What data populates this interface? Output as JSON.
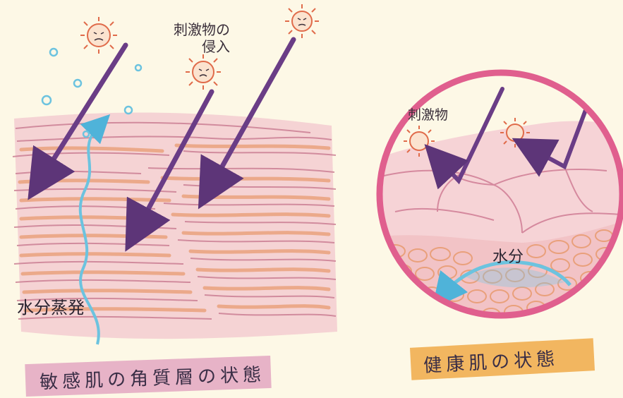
{
  "left_panel": {
    "irritant_label_line1": "刺激物の",
    "irritant_label_line2": "侵入",
    "evaporation_label": "水分蒸発",
    "caption": "敏感肌の角質層の状態"
  },
  "right_panel": {
    "irritant_label": "刺激物",
    "water_label": "水分",
    "caption": "健康肌の状態"
  },
  "colors": {
    "background": "#fdf8e6",
    "skin_pink": "#efc0c8",
    "skin_line": "#c97a90",
    "layer_orange": "#eba583",
    "arrow_purple": "#6a3d86",
    "water_blue": "#6cc3df",
    "circle_border": "#e05f8e",
    "caption_pink": "#e7b3c7",
    "caption_orange": "#f2b660"
  }
}
